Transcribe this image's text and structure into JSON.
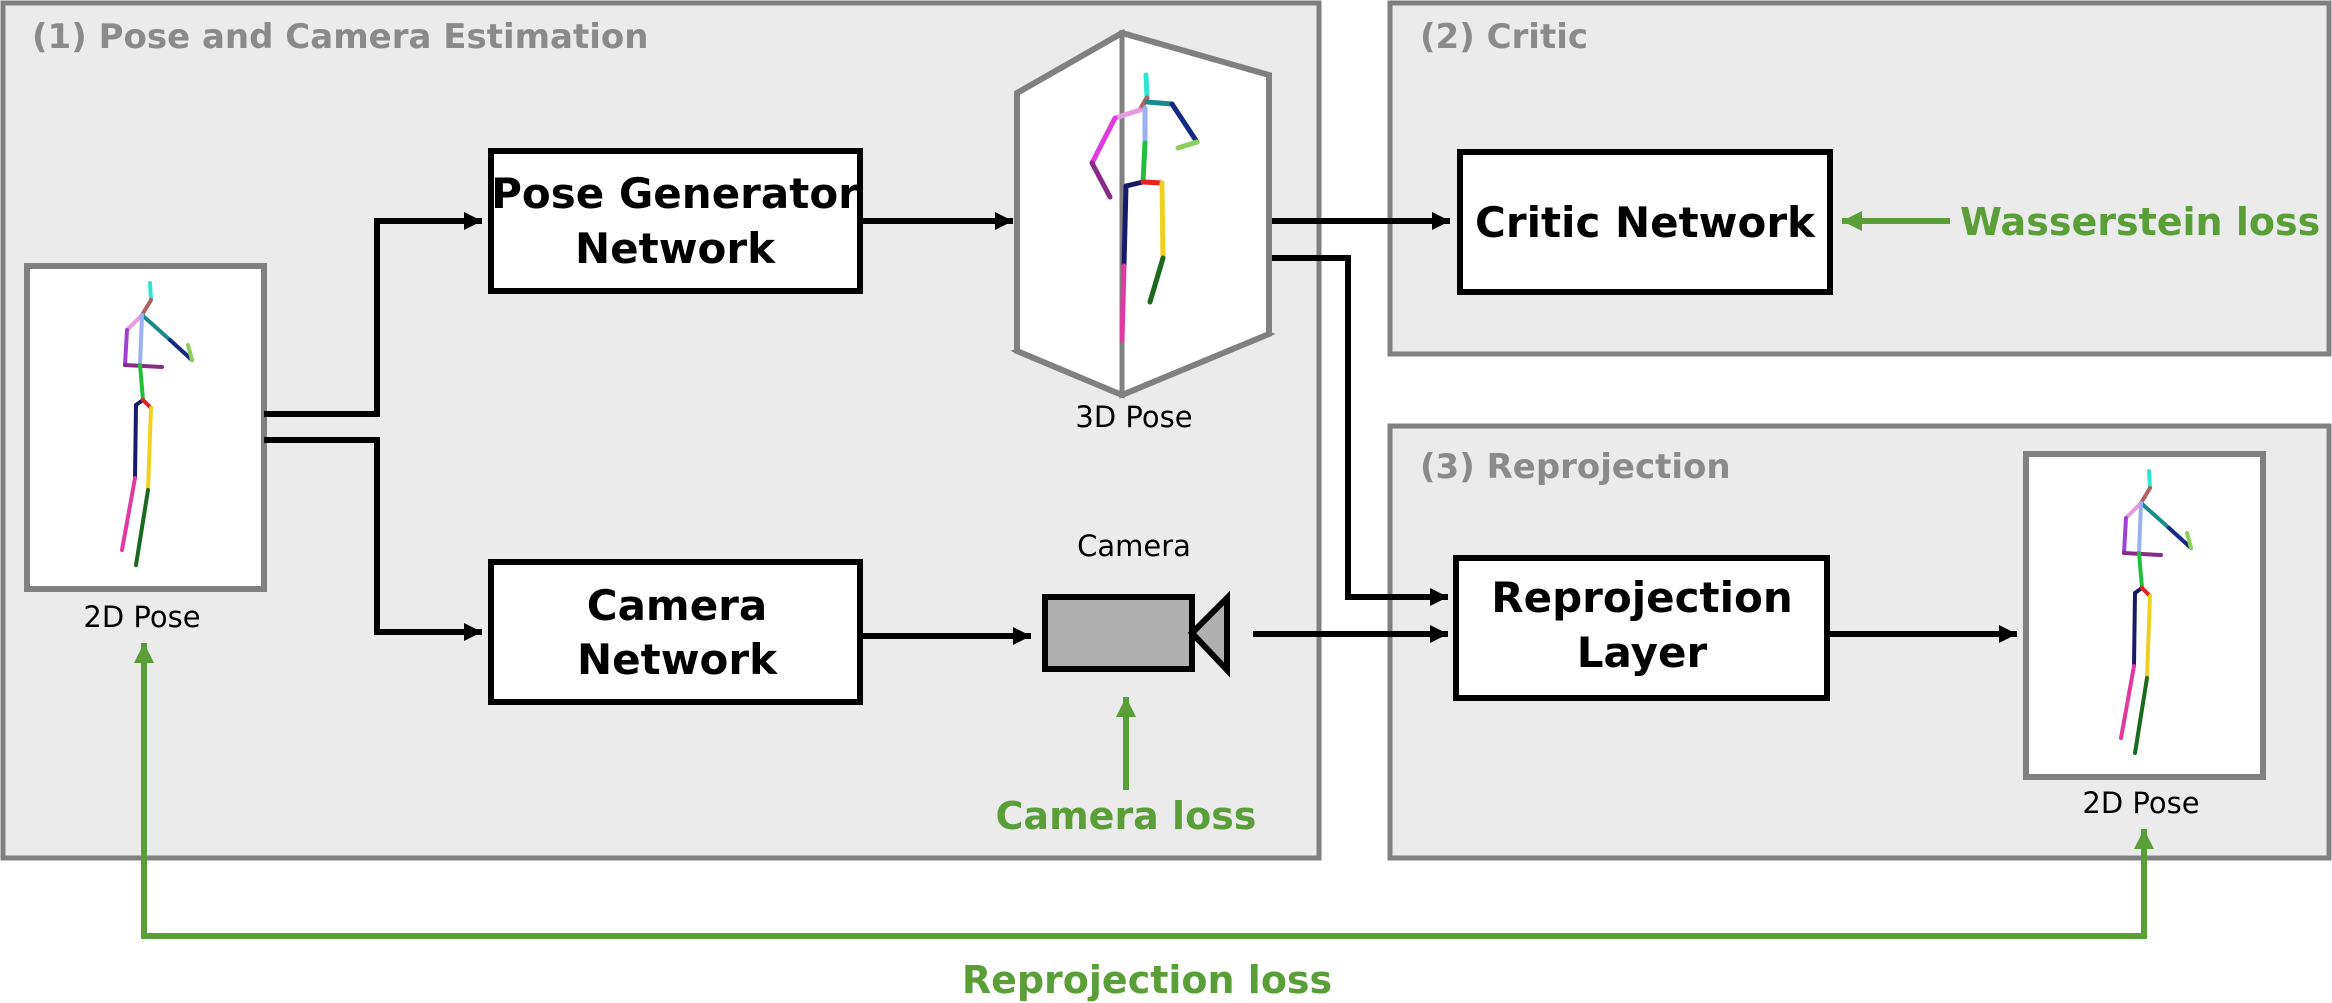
{
  "panels": {
    "pose_camera": {
      "title": "(1) Pose and Camera Estimation"
    },
    "critic": {
      "title": "(2) Critic"
    },
    "reprojection": {
      "title": "(3) Reprojection"
    }
  },
  "boxes": {
    "pose_generator": {
      "line1": "Pose Generator",
      "line2": "Network"
    },
    "camera_network": {
      "line1": "Camera",
      "line2": "Network"
    },
    "critic_network": {
      "line1": "Critic Network"
    },
    "reprojection_layer": {
      "line1": "Reprojection",
      "line2": "Layer"
    }
  },
  "captions": {
    "input_2d": "2D Pose",
    "pose_3d": "3D Pose",
    "camera": "Camera",
    "output_2d": "2D Pose"
  },
  "losses": {
    "wasserstein": "Wasserstein loss",
    "camera": "Camera loss",
    "reprojection": "Reprojection loss"
  },
  "colors": {
    "panel_fill": "#ebebeb",
    "panel_border": "#808080",
    "panel_title": "#8a8a8a",
    "loss_green": "#5a9e37",
    "arrow_black": "#000000",
    "camera_fill": "#b0b0b0"
  }
}
